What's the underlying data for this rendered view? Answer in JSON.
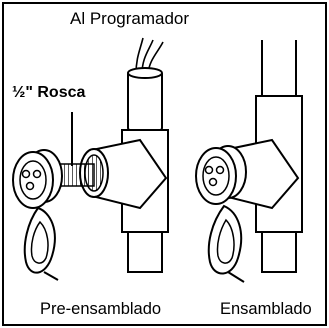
{
  "labels": {
    "top": "Al Programador",
    "thread": "½\" Rosca",
    "left_caption": "Pre-ensamblado",
    "right_caption": "Ensamblado"
  },
  "colors": {
    "line": "#000000",
    "background": "#ffffff"
  }
}
